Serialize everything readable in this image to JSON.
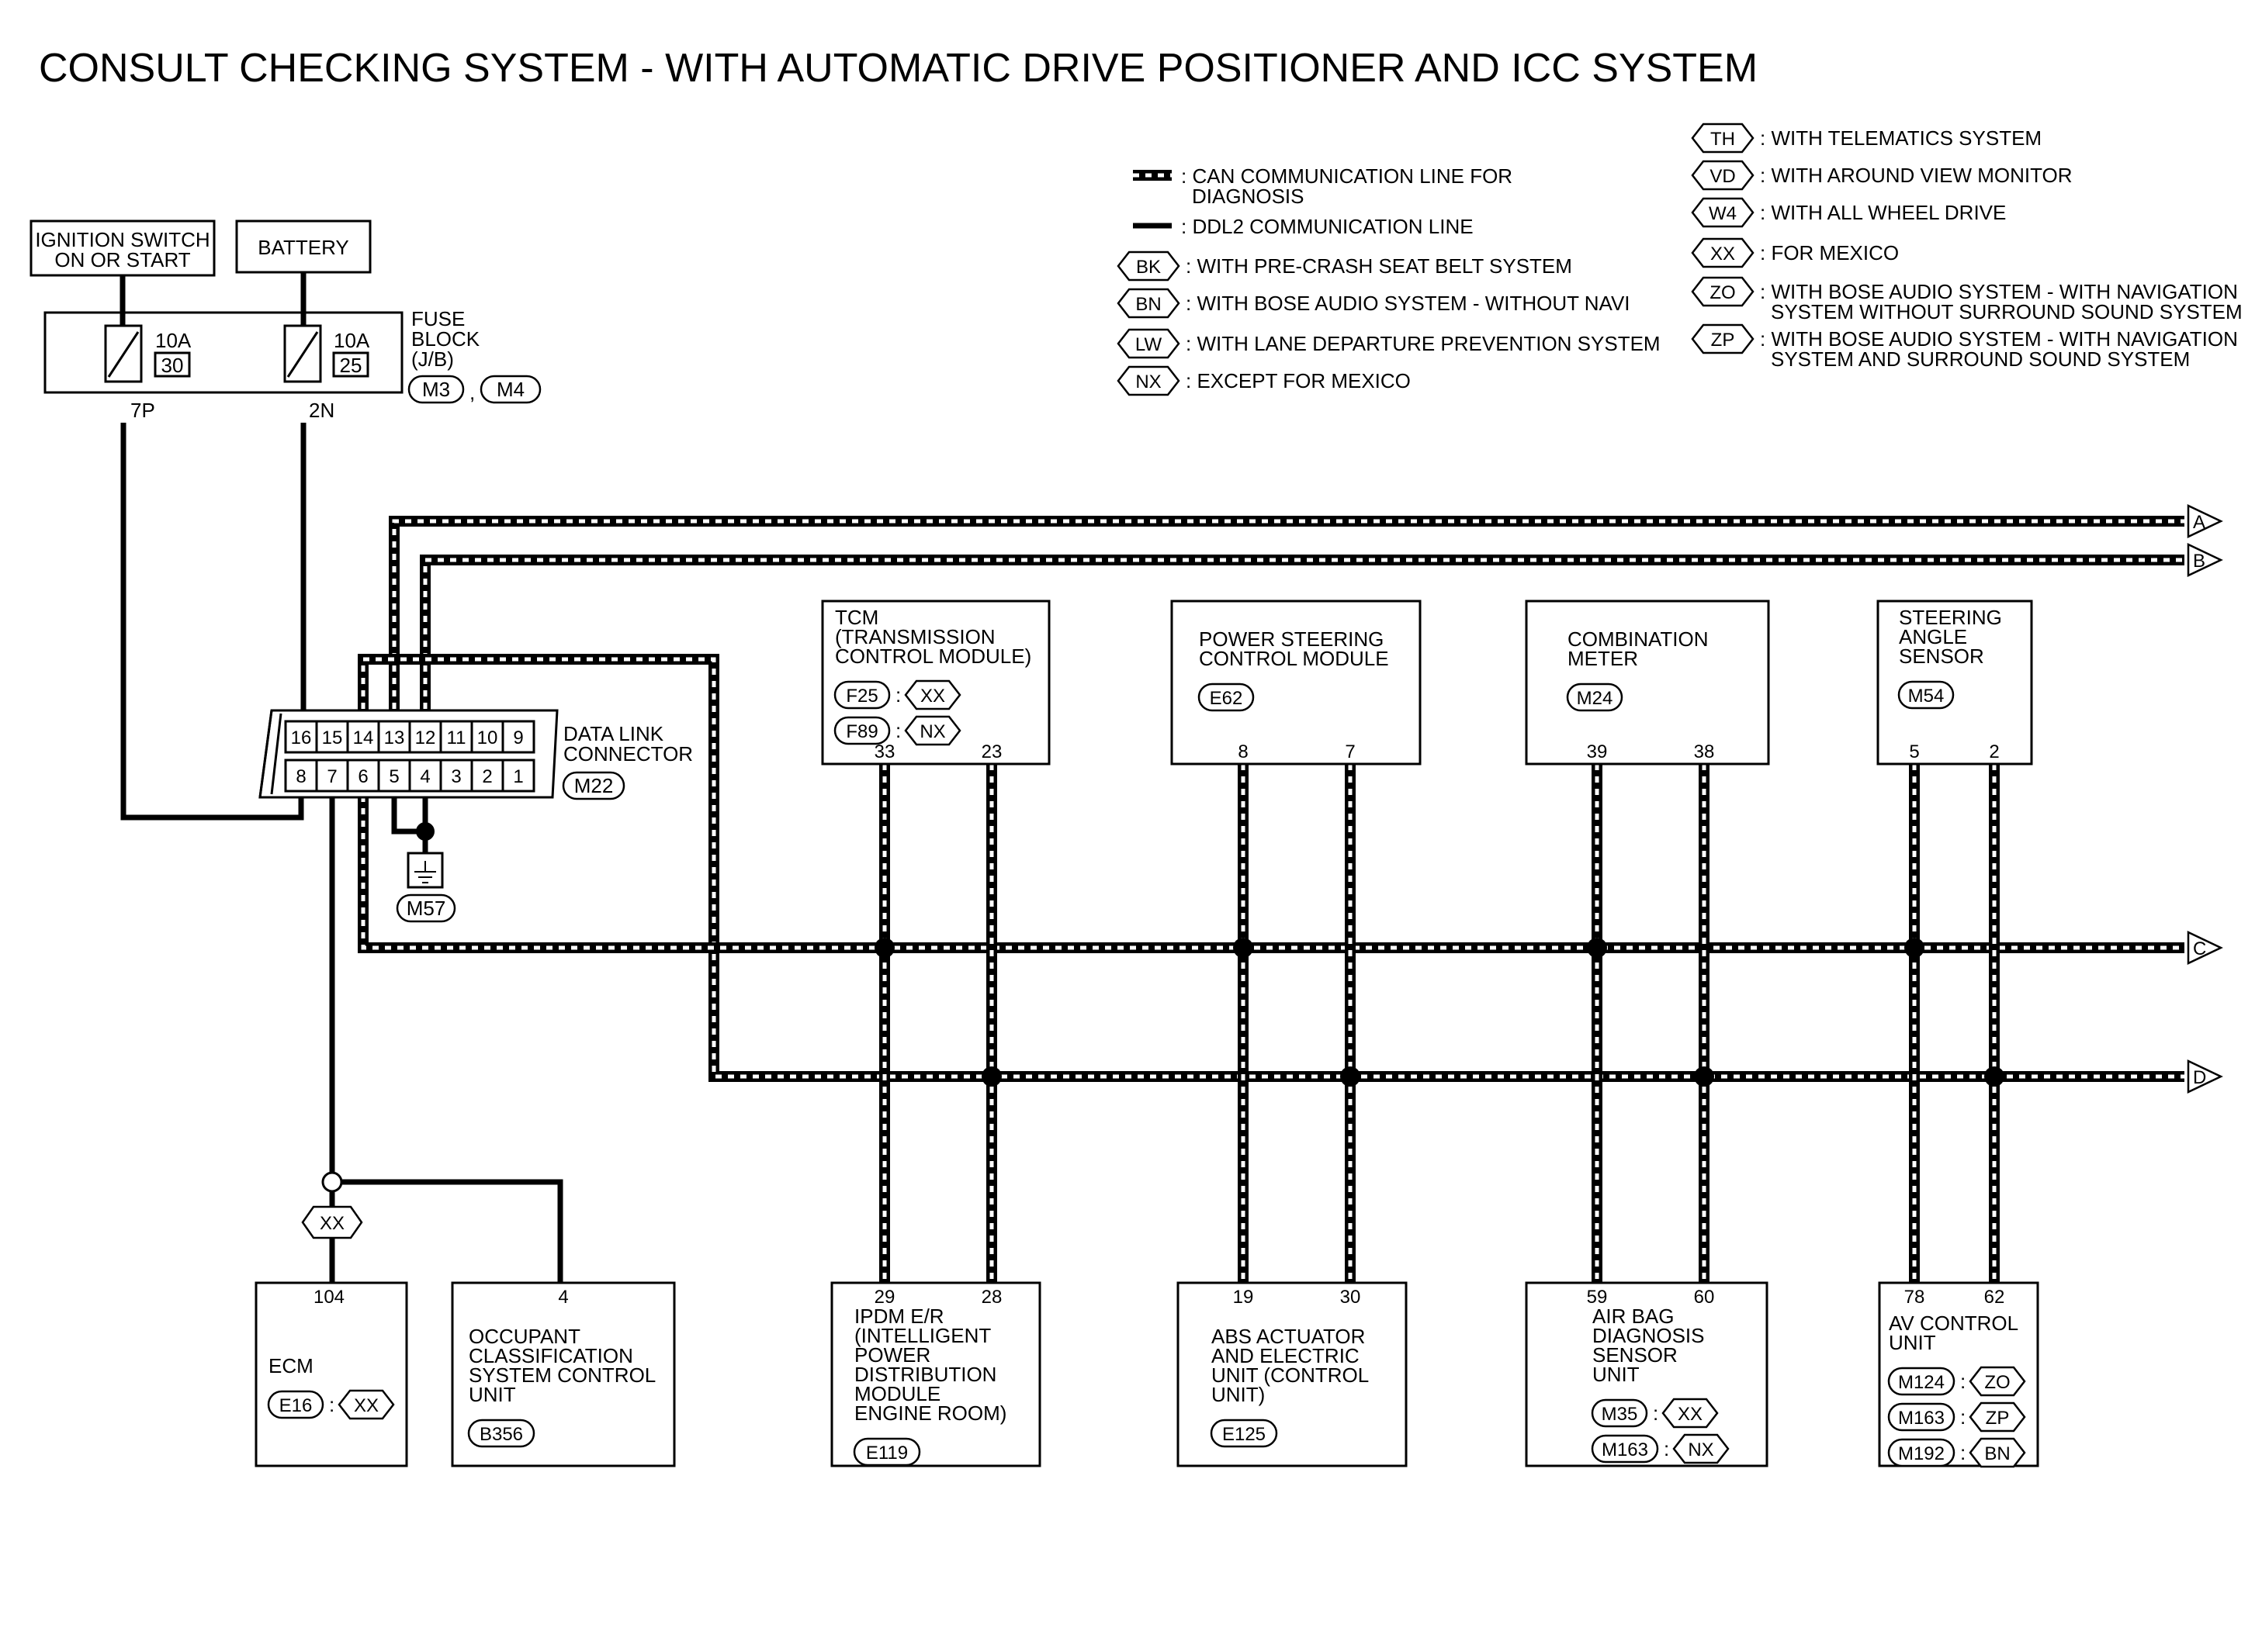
{
  "title": "CONSULT CHECKING SYSTEM - WITH AUTOMATIC DRIVE POSITIONER AND ICC SYSTEM",
  "legend_lines": {
    "can_line_1": ": CAN COMMUNICATION LINE FOR",
    "can_line_2": "DIAGNOSIS",
    "ddl2": ": DDL2 COMMUNICATION LINE"
  },
  "legend_codes": [
    {
      "code": "BK",
      "text": ": WITH PRE-CRASH SEAT BELT SYSTEM"
    },
    {
      "code": "BN",
      "text": ": WITH BOSE AUDIO SYSTEM - WITHOUT NAVI"
    },
    {
      "code": "LW",
      "text": ": WITH LANE DEPARTURE PREVENTION SYSTEM"
    },
    {
      "code": "NX",
      "text": ": EXCEPT FOR MEXICO"
    },
    {
      "code": "TH",
      "text": ": WITH TELEMATICS SYSTEM"
    },
    {
      "code": "VD",
      "text": ": WITH AROUND VIEW MONITOR"
    },
    {
      "code": "W4",
      "text": ": WITH ALL WHEEL DRIVE"
    },
    {
      "code": "XX",
      "text": ": FOR MEXICO"
    },
    {
      "code": "ZO",
      "text": ": WITH BOSE AUDIO SYSTEM - WITH NAVIGATION",
      "text2": "SYSTEM WITHOUT SURROUND SOUND SYSTEM"
    },
    {
      "code": "ZP",
      "text": ": WITH BOSE AUDIO SYSTEM - WITH NAVIGATION",
      "text2": "SYSTEM AND SURROUND SOUND SYSTEM"
    }
  ],
  "power": {
    "ignition_1": "IGNITION SWITCH",
    "ignition_2": "ON OR START",
    "battery": "BATTERY",
    "fuse1_amp": "10A",
    "fuse1_num": "30",
    "fuse2_amp": "10A",
    "fuse2_num": "25",
    "fuse_block_1": "FUSE",
    "fuse_block_2": "BLOCK",
    "fuse_block_3": "(J/B)",
    "conn_1": "M3",
    "conn_sep": ",",
    "conn_2": "M4",
    "term_1": "7P",
    "term_2": "2N"
  },
  "dlc": {
    "label_1": "DATA LINK",
    "label_2": "CONNECTOR",
    "conn": "M22",
    "top_pins": [
      "16",
      "15",
      "14",
      "13",
      "12",
      "11",
      "10",
      "9"
    ],
    "bottom_pins": [
      "8",
      "7",
      "6",
      "5",
      "4",
      "3",
      "2",
      "1"
    ],
    "ground": "M57"
  },
  "arrows": [
    "A",
    "B",
    "C",
    "D"
  ],
  "modules_top": [
    {
      "lines": [
        "TCM",
        "(TRANSMISSION",
        "CONTROL MODULE)"
      ],
      "conns": [
        {
          "c": "F25",
          "t": "XX"
        },
        {
          "c": "F89",
          "t": "NX"
        }
      ],
      "pins": [
        "33",
        "23"
      ]
    },
    {
      "lines": [
        "POWER STEERING",
        "CONTROL MODULE"
      ],
      "conns": [
        {
          "c": "E62"
        }
      ],
      "pins": [
        "8",
        "7"
      ]
    },
    {
      "lines": [
        "COMBINATION",
        "METER"
      ],
      "conns": [
        {
          "c": "M24"
        }
      ],
      "pins": [
        "39",
        "38"
      ]
    },
    {
      "lines": [
        "STEERING",
        "ANGLE",
        "SENSOR"
      ],
      "conns": [
        {
          "c": "M54"
        }
      ],
      "pins": [
        "5",
        "2"
      ]
    }
  ],
  "modules_bottom": [
    {
      "lines": [
        "ECM"
      ],
      "conns": [
        {
          "c": "E16",
          "t": "XX"
        }
      ],
      "pins": [
        "104"
      ]
    },
    {
      "lines": [
        "OCCUPANT",
        "CLASSIFICATION",
        "SYSTEM CONTROL",
        "UNIT"
      ],
      "conns": [
        {
          "c": "B356"
        }
      ],
      "pins": [
        "4"
      ]
    },
    {
      "lines": [
        "IPDM E/R",
        "(INTELLIGENT",
        "POWER",
        "DISTRIBUTION",
        "MODULE",
        "ENGINE ROOM)"
      ],
      "conns": [
        {
          "c": "E119"
        }
      ],
      "pins": [
        "29",
        "28"
      ]
    },
    {
      "lines": [
        "ABS ACTUATOR",
        "AND ELECTRIC",
        "UNIT (CONTROL",
        "UNIT)"
      ],
      "conns": [
        {
          "c": "E125"
        }
      ],
      "pins": [
        "19",
        "30"
      ]
    },
    {
      "lines": [
        "AIR BAG",
        "DIAGNOSIS",
        "SENSOR",
        "UNIT"
      ],
      "conns": [
        {
          "c": "M35",
          "t": "XX"
        },
        {
          "c": "M163",
          "t": "NX"
        }
      ],
      "pins": [
        "59",
        "60"
      ]
    },
    {
      "lines": [
        "AV CONTROL",
        "UNIT"
      ],
      "conns": [
        {
          "c": "M124",
          "t": "ZO"
        },
        {
          "c": "M163",
          "t": "ZP"
        },
        {
          "c": "M192",
          "t": "BN"
        }
      ],
      "pins": [
        "78",
        "62"
      ]
    }
  ],
  "ecm_branch_tag": "XX"
}
